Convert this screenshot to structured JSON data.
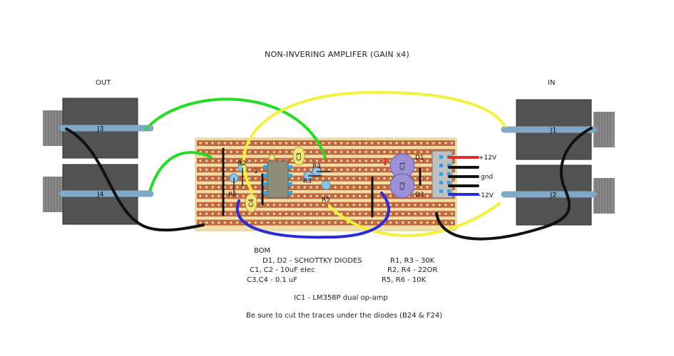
{
  "title": "NON-INVERING AMPLIFER (GAIN x4)",
  "connectors": {
    "out_label": "OUT",
    "in_label": "IN",
    "j1": "J1",
    "j2": "J2",
    "j3": "J3",
    "j4": "J4"
  },
  "board_labels": {
    "r2": "R2",
    "r3": "R3",
    "r4": "R4",
    "r5": "R5",
    "r6": "R6",
    "c3": "C3",
    "c4": "C4",
    "c1": "C1",
    "c2": "C2",
    "d1": "D1",
    "d2": "D2",
    "pin1": "1"
  },
  "power": {
    "plus": "+12V",
    "gnd": "gnd",
    "minus": "-12V"
  },
  "bom": {
    "heading": "BOM",
    "diodes": "D1, D2 - SCHOTTKY DIODES",
    "caps_elec": "C1, C2 - 10uF elec",
    "caps_film": "C3,C4 - 0.1 uF",
    "r1r3": "R1, R3 - 30K",
    "r2r4": "R2, R4 - 22OR",
    "r5r6": "R5, R6 - 10K",
    "ic": "IC1 - LM358P dual op-amp",
    "note": "Be sure to cut the traces under the diodes (B24 & F24)"
  },
  "colors": {
    "board": "#f2dfa8",
    "strip": "#c2683e",
    "jack": "#545454",
    "green_wire": "#22dd22",
    "yellow_wire": "#f2f23a",
    "blue_wire": "#2a2ae0",
    "red_wire": "#e52b2b",
    "resistor": "#8fc3ec",
    "cap": "#f4e77a",
    "elcap": "#9b8fd6"
  }
}
